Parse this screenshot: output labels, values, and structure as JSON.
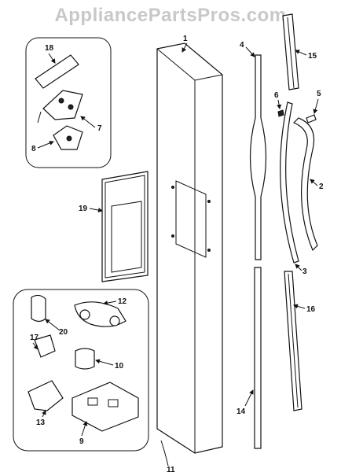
{
  "watermark": "AppliancePartsPros.com",
  "colors": {
    "line": "#111111",
    "watermark": "#c8c8c8",
    "background": "#ffffff"
  },
  "callouts": [
    "1",
    "2",
    "3",
    "4",
    "5",
    "6",
    "7",
    "8",
    "9",
    "11",
    "12",
    "13",
    "14",
    "15",
    "16",
    "17",
    "18",
    "19",
    "20"
  ]
}
